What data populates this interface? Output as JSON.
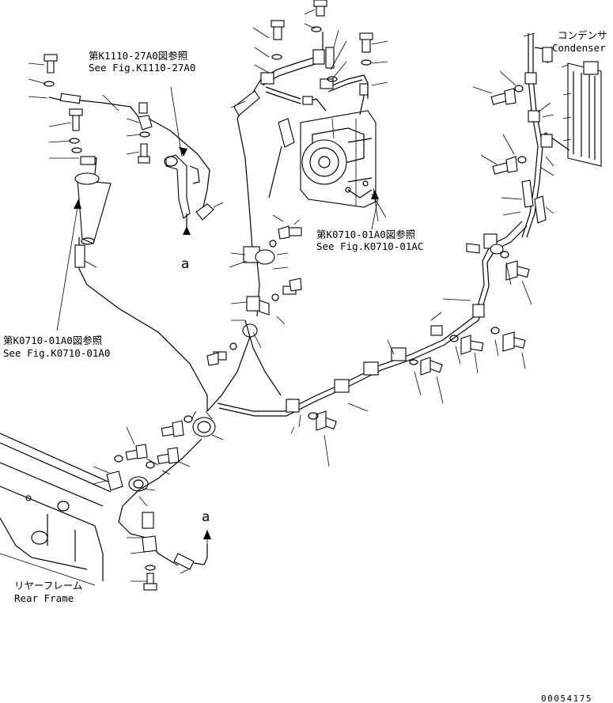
{
  "references": {
    "ref_k1110": {
      "jp": "第K1110-27A0図参照",
      "en": "See Fig.K1110-27A0"
    },
    "ref_k0710_center": {
      "jp": "第K0710-01A0図参照",
      "en": "See Fig.K0710-01AC"
    },
    "ref_k0710_left": {
      "jp": "第K0710-01A0図参照",
      "en": "See Fig.K0710-01A0"
    }
  },
  "components": {
    "condenser": {
      "jp": "コンデンサ",
      "en": "Condenser"
    },
    "rear_frame": {
      "jp": "リヤーフレーム",
      "en": "Rear Frame"
    }
  },
  "markers": {
    "upper": "a",
    "lower": "a"
  },
  "document_number": "00054175"
}
